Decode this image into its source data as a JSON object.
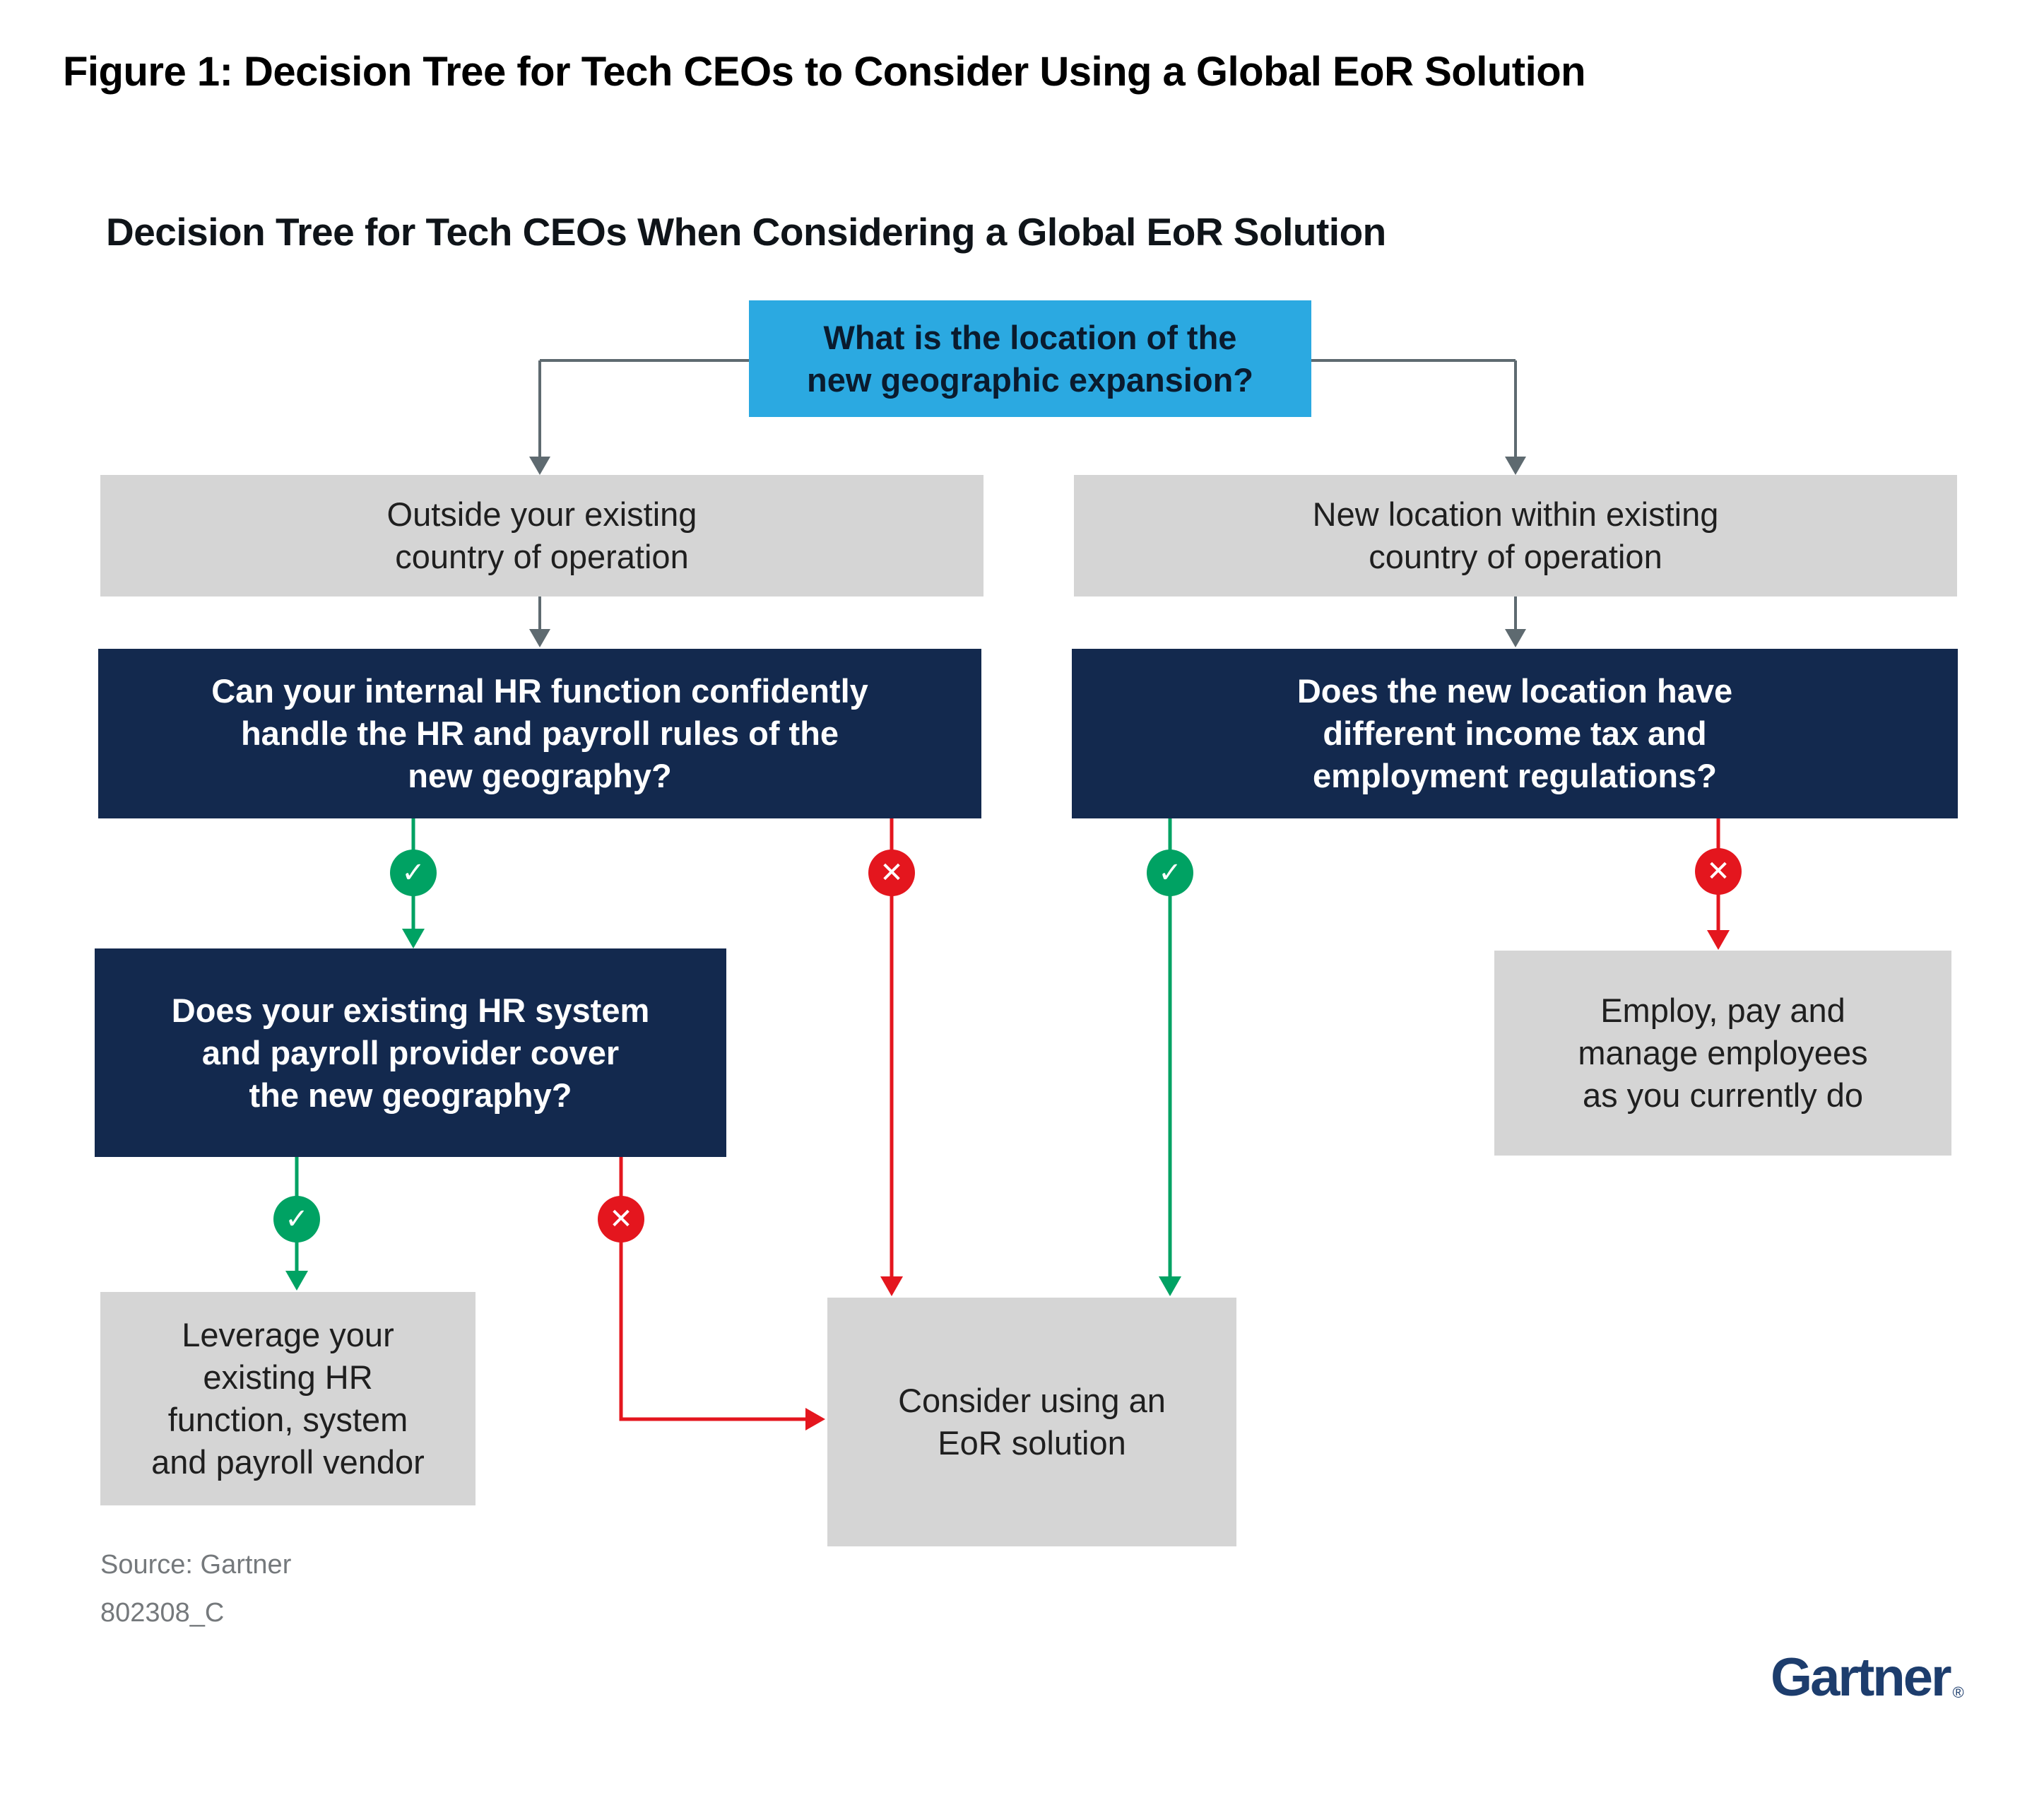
{
  "figure_title": "Figure 1: Decision Tree for Tech CEOs to Consider Using a Global EoR Solution",
  "chart": {
    "title": "Decision Tree for Tech CEOs When Considering a Global EoR Solution",
    "source_line": "Source: Gartner",
    "doc_code": "802308_C",
    "brand": "Gartner",
    "brand_registered_mark": "®"
  },
  "icons": {
    "yes_check": "✓",
    "no_x": "✕"
  },
  "colors": {
    "highlight_box": "#2BA9E1",
    "question_box": "#13294E",
    "outcome_box": "#D5D5D5",
    "yes_green": "#00A263",
    "no_red": "#E4161E",
    "connector_gray": "#5E6A70",
    "brand_navy": "#1D3D6D",
    "title_black": "#0F1419"
  },
  "nodes": {
    "root": {
      "type": "highlight",
      "lines": [
        "What is the location of the",
        "new geographic expansion?"
      ]
    },
    "outside": {
      "type": "branch-label",
      "lines": [
        "Outside your existing",
        "country of operation"
      ]
    },
    "within": {
      "type": "branch-label",
      "lines": [
        "New location within existing",
        "country of operation"
      ]
    },
    "hr_confident": {
      "type": "question",
      "lines": [
        "Can your internal HR function confidently",
        "handle the HR and payroll rules of the",
        "new geography?"
      ]
    },
    "tax_regs": {
      "type": "question",
      "lines": [
        "Does the new location have",
        "different income tax and",
        "employment regulations?"
      ]
    },
    "system_covers": {
      "type": "question",
      "lines": [
        "Does your existing HR system",
        "and payroll provider cover",
        "the new geography?"
      ]
    },
    "leverage": {
      "type": "outcome",
      "lines": [
        "Leverage your",
        "existing HR",
        "function, system",
        "and payroll vendor"
      ]
    },
    "eor": {
      "type": "outcome",
      "lines": [
        "Consider using an",
        "EoR solution"
      ]
    },
    "employ": {
      "type": "outcome",
      "lines": [
        "Employ, pay and",
        "manage employees",
        "as you currently do"
      ]
    }
  },
  "edges": [
    {
      "from": "root",
      "to": "outside",
      "answer": ""
    },
    {
      "from": "root",
      "to": "within",
      "answer": ""
    },
    {
      "from": "outside",
      "to": "hr_confident",
      "answer": ""
    },
    {
      "from": "within",
      "to": "tax_regs",
      "answer": ""
    },
    {
      "from": "hr_confident",
      "to": "system_covers",
      "answer": "yes"
    },
    {
      "from": "hr_confident",
      "to": "eor",
      "answer": "no"
    },
    {
      "from": "tax_regs",
      "to": "eor",
      "answer": "yes"
    },
    {
      "from": "tax_regs",
      "to": "employ",
      "answer": "no"
    },
    {
      "from": "system_covers",
      "to": "leverage",
      "answer": "yes"
    },
    {
      "from": "system_covers",
      "to": "eor",
      "answer": "no"
    }
  ]
}
